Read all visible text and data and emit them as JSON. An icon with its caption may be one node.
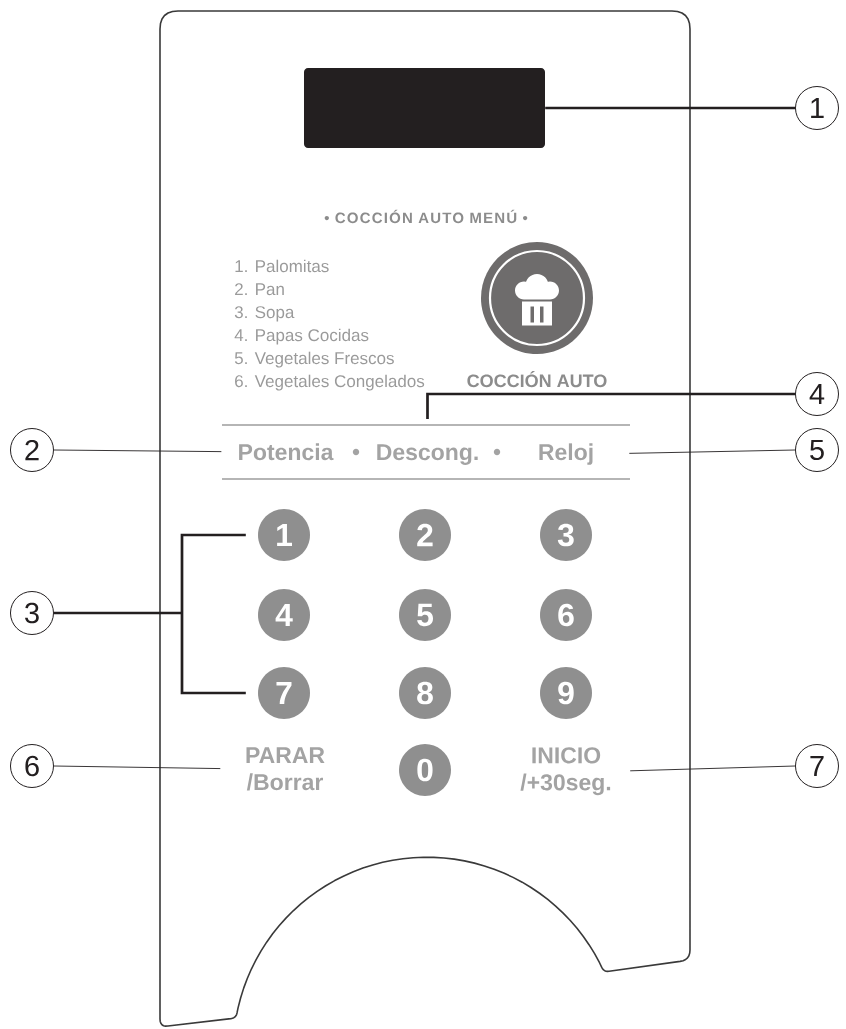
{
  "diagram": {
    "nodes": [
      {
        "text": [],
        "shape": "box"
      },
      {
        "text": [],
        "shape": "box",
        "in": 0
      },
      {
        "text": [
          "1"
        ]
      },
      {
        "text": [],
        "shape": "circle",
        "beside": [
          "COCCIÓN AUTO"
        ],
        "in": 0
      },
      {
        "text": [
          "4"
        ]
      },
      {
        "text": [
          "2"
        ]
      },
      {
        "text": [
          "Potencia"
        ],
        "in": 0
      },
      {
        "text": [
          "Descong."
        ],
        "in": 0
      },
      {
        "text": [
          "Reloj"
        ],
        "in": 0
      },
      {
        "text": [
          "5"
        ]
      },
      {
        "text": [
          "1"
        ],
        "in": 0
      },
      {
        "text": [
          "2"
        ],
        "in": 0
      },
      {
        "text": [
          "3"
        ],
        "in": 0
      },
      {
        "text": [
          "3"
        ]
      },
      {
        "text": [
          "4"
        ],
        "in": 0
      },
      {
        "text": [
          "5"
        ],
        "in": 0
      },
      {
        "text": [
          "6"
        ],
        "in": 0
      },
      {
        "text": [
          "7"
        ],
        "in": 0
      },
      {
        "text": [
          "8"
        ],
        "in": 0
      },
      {
        "text": [
          "9"
        ],
        "in": 0
      },
      {
        "text": [
          "6"
        ]
      },
      {
        "text": [
          "PARAR /Borrar"
        ],
        "in": 0
      },
      {
        "text": [
          "0"
        ],
        "in": 0
      },
      {
        "text": [
          "INICIO /+30seg."
        ],
        "in": 0
      },
      {
        "text": [
          "7"
        ]
      }
    ],
    "edges": [
      {
        "from": 2,
        "to": 1,
        "arrow": "none",
        "style": "thick"
      },
      {
        "from": 5,
        "to": 6,
        "arrow": "none"
      },
      {
        "from": 4,
        "to": 7,
        "arrow": "none",
        "style": "thick"
      },
      {
        "from": 9,
        "to": 8,
        "arrow": "none"
      },
      {
        "from": 13,
        "to": 10,
        "arrow": "none",
        "style": "thick"
      },
      {
        "from": 13,
        "to": 17,
        "arrow": "none",
        "style": "thick"
      },
      {
        "from": 20,
        "to": 21,
        "arrow": "none"
      },
      {
        "from": 24,
        "to": 23,
        "arrow": "none"
      }
    ],
    "labels": [
      "• COCCIÓN AUTO MENÚ •",
      "1. Palomitas",
      "2. Pan",
      "3. Sopa",
      "4. Papas Cocidas",
      "5. Vegetales Frescos",
      "6. Vegetales Congelados"
    ]
  }
}
